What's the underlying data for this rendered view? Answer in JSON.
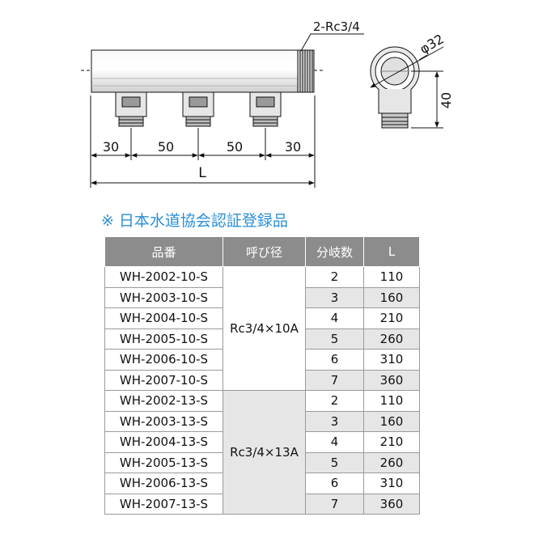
{
  "drawing": {
    "thread_note": "2-Rc3/4",
    "diameter_label": "φ32",
    "height_label": "40",
    "dims": [
      "30",
      "50",
      "50",
      "30"
    ],
    "length_label": "L"
  },
  "note": {
    "mark": "※",
    "text": "日本水道協会認証登録品"
  },
  "table": {
    "headers": [
      "品番",
      "呼び径",
      "分岐数",
      "L"
    ],
    "groups": [
      {
        "size": "Rc3/4×10A",
        "rows": [
          {
            "part": "WH-2002-10-S",
            "branches": "2",
            "L": "110"
          },
          {
            "part": "WH-2003-10-S",
            "branches": "3",
            "L": "160"
          },
          {
            "part": "WH-2004-10-S",
            "branches": "4",
            "L": "210"
          },
          {
            "part": "WH-2005-10-S",
            "branches": "5",
            "L": "260"
          },
          {
            "part": "WH-2006-10-S",
            "branches": "6",
            "L": "310"
          },
          {
            "part": "WH-2007-10-S",
            "branches": "7",
            "L": "360"
          }
        ]
      },
      {
        "size": "Rc3/4×13A",
        "rows": [
          {
            "part": "WH-2002-13-S",
            "branches": "2",
            "L": "110"
          },
          {
            "part": "WH-2003-13-S",
            "branches": "3",
            "L": "160"
          },
          {
            "part": "WH-2004-13-S",
            "branches": "4",
            "L": "210"
          },
          {
            "part": "WH-2005-13-S",
            "branches": "5",
            "L": "260"
          },
          {
            "part": "WH-2006-13-S",
            "branches": "6",
            "L": "310"
          },
          {
            "part": "WH-2007-13-S",
            "branches": "7",
            "L": "360"
          }
        ]
      }
    ]
  }
}
